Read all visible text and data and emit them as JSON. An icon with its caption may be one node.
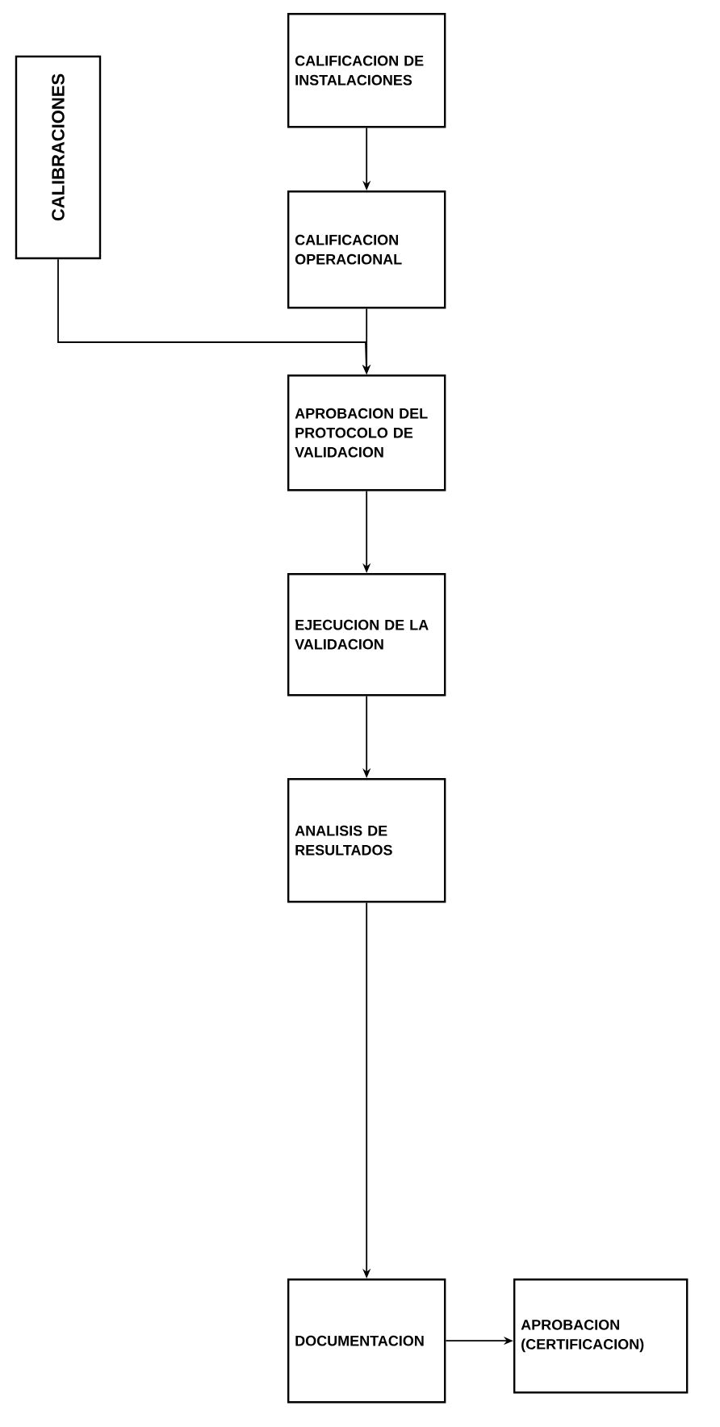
{
  "diagram": {
    "nodes": [
      {
        "text": [
          "CALIFICACION DE INSTALACIONES"
        ]
      },
      {
        "text": [
          "CALIBRACIONES"
        ]
      },
      {
        "text": [
          "CALIFICACION OPERACIONAL"
        ]
      },
      {
        "text": [
          "APROBACION DEL PROTOCOLO DE VALIDACION"
        ]
      },
      {
        "text": [
          "EJECUCION DE LA VALIDACION"
        ]
      },
      {
        "text": [
          "ANALISIS DE RESULTADOS"
        ]
      },
      {
        "text": [
          "DOCUMENTACION"
        ]
      },
      {
        "text": [
          "APROBACION (CERTIFICACION)"
        ]
      }
    ],
    "edges": [
      {
        "from": 0,
        "to": 2,
        "arrow": "to"
      },
      {
        "from": 2,
        "to": 3,
        "arrow": "to"
      },
      {
        "from": 1,
        "to": 3,
        "arrow": "to"
      },
      {
        "from": 3,
        "to": 4,
        "arrow": "to"
      },
      {
        "from": 4,
        "to": 5,
        "arrow": "to"
      },
      {
        "from": 5,
        "to": 6,
        "arrow": "to"
      },
      {
        "from": 6,
        "to": 7,
        "arrow": "to"
      }
    ]
  }
}
